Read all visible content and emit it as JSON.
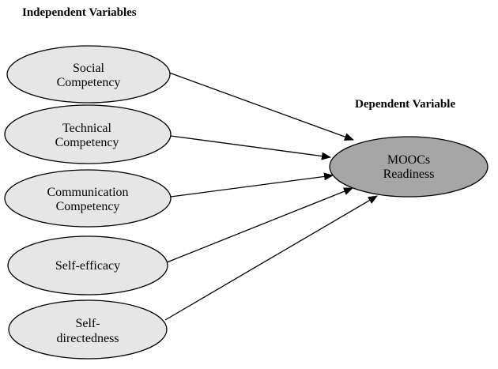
{
  "headers": {
    "independent": "Independent Variables",
    "dependent": "Dependent Variable"
  },
  "independent_nodes": [
    {
      "line1": "Social",
      "line2": "Competency"
    },
    {
      "line1": "Technical",
      "line2": "Competency"
    },
    {
      "line1": "Communication",
      "line2": "Competency"
    },
    {
      "line1": "Self-efficacy",
      "line2": ""
    },
    {
      "line1": "Self-",
      "line2": "directedness"
    }
  ],
  "dependent_node": {
    "line1": "MOOCs",
    "line2": "Readiness"
  },
  "colors": {
    "independent_fill": "#e6e6e6",
    "dependent_fill": "#a6a6a6",
    "stroke": "#000000"
  }
}
